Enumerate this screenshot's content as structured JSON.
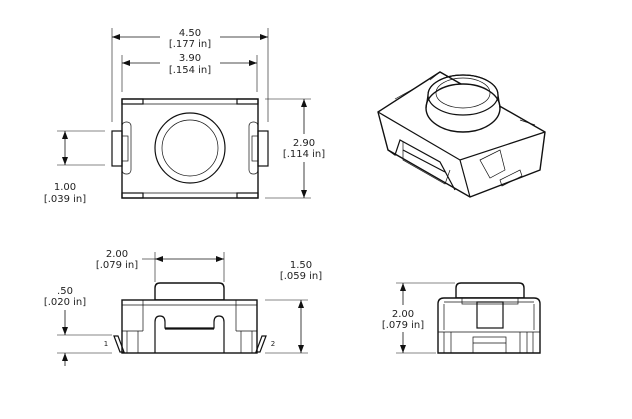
{
  "drawing": {
    "top_view": {
      "overall_width": {
        "mm": "4.50",
        "in": "[.177 in]"
      },
      "body_width": {
        "mm": "3.90",
        "in": "[.154 in]"
      },
      "body_height": {
        "mm": "2.90",
        "in": "[.114 in]"
      },
      "terminal_width": {
        "mm": "1.00",
        "in": "[.039 in]"
      }
    },
    "side_view": {
      "actuator_width": {
        "mm": "2.00",
        "in": "[.079 in]"
      },
      "body_height": {
        "mm": "1.50",
        "in": "[.059 in]"
      },
      "standoff": {
        "mm": ".50",
        "in": "[.020 in]"
      },
      "pin_1": "1",
      "pin_2": "2"
    },
    "end_view": {
      "total_height": {
        "mm": "2.00",
        "in": "[.079 in]"
      }
    }
  }
}
